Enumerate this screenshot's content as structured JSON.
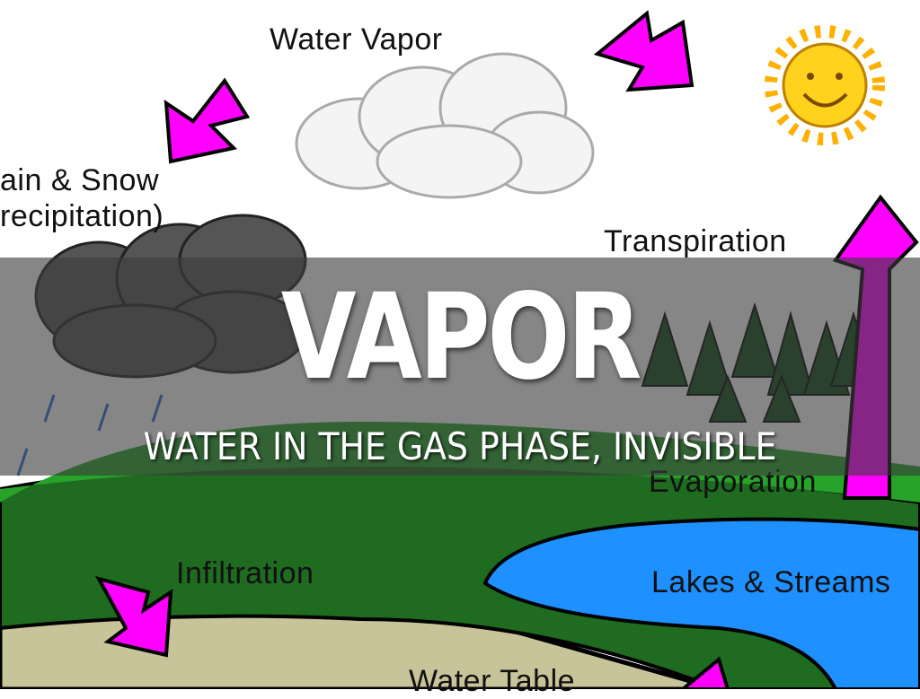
{
  "slide": {
    "title": "VAPOR",
    "subtitle": "WATER IN THE GAS PHASE, INVISIBLE"
  },
  "diagram": {
    "labels": {
      "water_vapor": "Water Vapor",
      "rain_snow_1": "ain & Snow",
      "rain_snow_2": "recipitation)",
      "transpiration": "Transpiration",
      "evaporation": "Evaporation",
      "infiltration": "Infiltration",
      "lakes": "Lakes & Streams",
      "water_table": "Water Table"
    },
    "colors": {
      "arrow": "#ff00ff",
      "grass": "#1f6b1f",
      "lake": "#1e90ff",
      "ground": "#c8c49a",
      "sun": "#ffd21e"
    }
  }
}
